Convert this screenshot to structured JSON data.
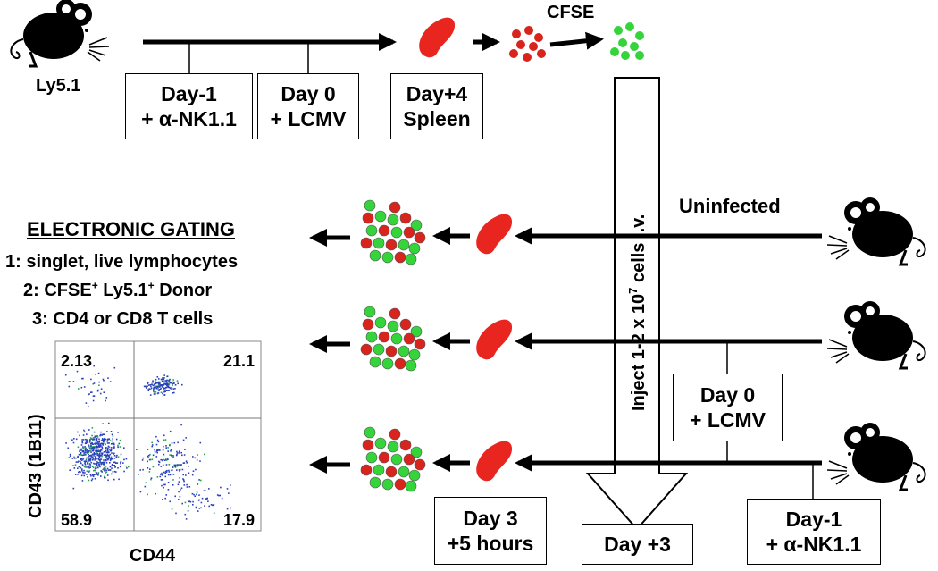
{
  "top_row": {
    "mouse_strain": "Ly5.1",
    "box_day_minus1": {
      "line1": "Day-1",
      "line2": "+ α-NK1.1"
    },
    "box_day0": {
      "line1": "Day 0",
      "line2": "+ LCMV"
    },
    "box_day4": {
      "line1": "Day+4",
      "line2": "Spleen"
    },
    "cfse_label": "CFSE"
  },
  "inject_arrow": {
    "text_before_sup": "Inject 1-2 x 10",
    "sup": "7",
    "text_after_sup": " cells i.v."
  },
  "recipients": {
    "uninfected_label": "Uninfected",
    "box_mid_day0": {
      "line1": "Day 0",
      "line2": "+ LCMV"
    },
    "box_day3_5h": {
      "line1": "Day 3",
      "line2": "+5 hours"
    },
    "box_day_plus3": "Day +3",
    "box_bottom_day_minus1": {
      "line1": "Day-1",
      "line2": "+ α-NK1.1"
    }
  },
  "gating": {
    "title": "ELECTRONIC GATING",
    "line1": "1: singlet, live lymphocytes",
    "line2_a": "2: CFSE",
    "line2_sup1": "+",
    "line2_b": " Ly5.1",
    "line2_sup2": "+",
    "line2_c": " Donor",
    "line3": "3: CD4 or CD8 T cells"
  },
  "chart_data": {
    "type": "scatter",
    "xlabel": "CD44",
    "ylabel": "CD43 (1B11)",
    "quadrants": {
      "upper_left": "2.13",
      "upper_right": "21.1",
      "lower_left": "58.9",
      "lower_right": "17.9"
    }
  },
  "colors": {
    "spleen": "#e8251f",
    "cell_red": "#d9231d",
    "cell_green": "#35d43a",
    "dot_blue": "#2b3fbf",
    "dot_green": "#21a84a"
  }
}
